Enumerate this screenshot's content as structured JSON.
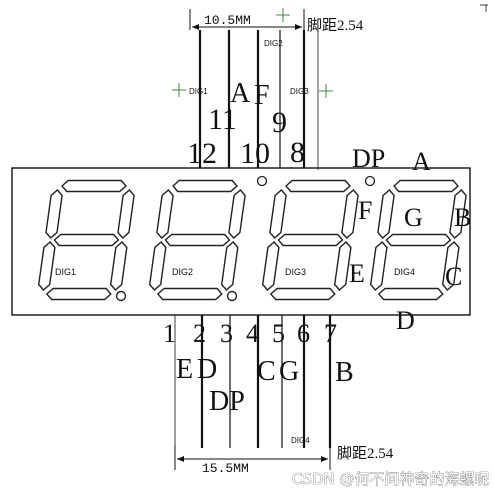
{
  "top_dimension": "10.5MM",
  "bottom_dimension": "15.5MM",
  "pitch_top": "脚距2.54",
  "pitch_bottom": "脚距2.54",
  "top_pins": [
    "12",
    "11",
    "10",
    "9",
    "8"
  ],
  "top_pin_labels": [
    "A",
    "F"
  ],
  "bottom_pins": [
    "1",
    "2",
    "3",
    "4",
    "5",
    "6",
    "7"
  ],
  "bottom_pin_labels": [
    "E",
    "D",
    "DP",
    "C",
    "G",
    "B"
  ],
  "digit_labels": [
    "DIG1",
    "DIG2",
    "DIG3",
    "DIG4"
  ],
  "top_digit_tags": [
    "DIG1",
    "DIG2",
    "DIG3"
  ],
  "bottom_digit_tag": "DIG4",
  "segment_labels": [
    "DP",
    "A",
    "F",
    "G",
    "B",
    "E",
    "C",
    "D"
  ],
  "watermark": "CSDN @何不问神奇的海螺呢"
}
